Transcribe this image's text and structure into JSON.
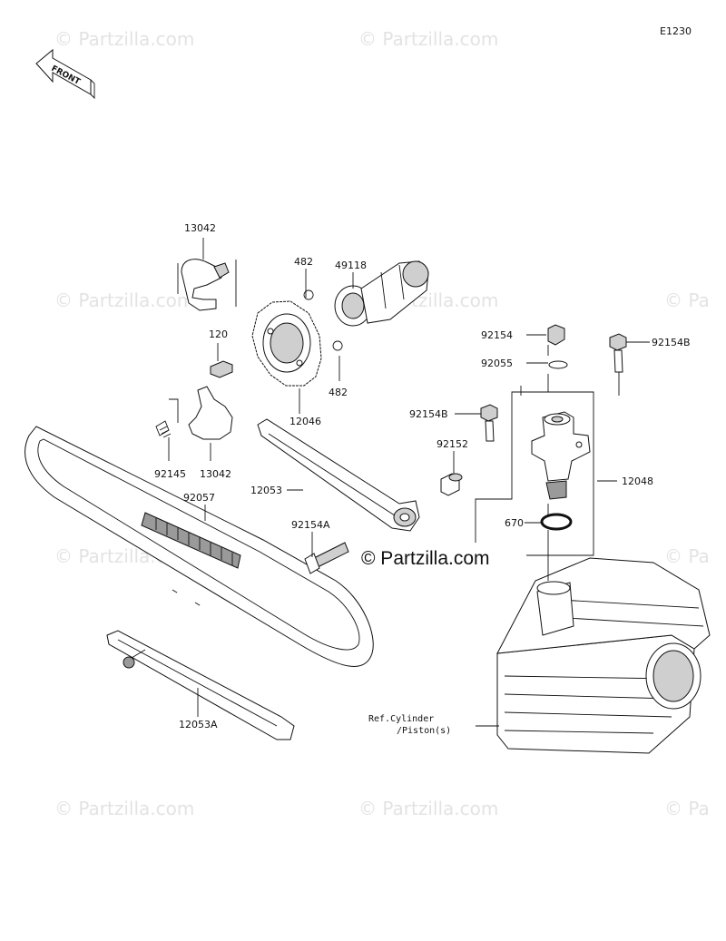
{
  "diagram_code": "E1230",
  "front_label": "FRONT",
  "watermark": "© Partzilla.com",
  "watermark_short": "© Pa",
  "part_labels": {
    "p13042_top": "13042",
    "p482_top": "482",
    "p49118": "49118",
    "p120": "120",
    "p482_bottom": "482",
    "p12046": "12046",
    "p92145": "92145",
    "p13042_bottom": "13042",
    "p92154": "92154",
    "p92154B_right": "92154B",
    "p92055": "92055",
    "p92154B_left": "92154B",
    "p92152": "92152",
    "p12053": "12053",
    "p12048": "12048",
    "p92057": "92057",
    "p670": "670",
    "p92154A": "92154A",
    "p12053A": "12053A"
  },
  "reference_label_line1": "Ref.Cylinder",
  "reference_label_line2": "/Piston(s)"
}
